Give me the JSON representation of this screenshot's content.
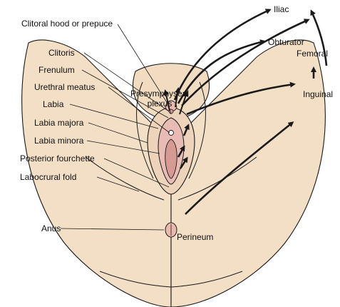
{
  "colors": {
    "skin": "#f3dfc6",
    "skin_shadow": "#e9cfb2",
    "mucosa": "#e8bcb4",
    "mucosa_dark": "#d59a93",
    "line": "#1a1a1a",
    "background": "#ffffff"
  },
  "left_labels": {
    "clitoral_hood": "Clitoral hood or prepuce",
    "clitoris": "Clitoris",
    "frenulum": "Frenulum",
    "urethral_meatus": "Urethral meatus",
    "labia": "Labia",
    "labia_majora": "Labia majora",
    "labia_minora": "Labia minora",
    "posterior_fourchette": "Posterior fourchette",
    "labocrural_fold": "Labocrural fold",
    "anus": "Anus"
  },
  "center_labels": {
    "presymphyseal_line1": "Presymphyseal",
    "presymphyseal_line2": "plexus",
    "perineum": "Perineum"
  },
  "node_labels": {
    "iliac": "Iliac",
    "obturator": "Obturator",
    "femoral": "Femoral",
    "inguinal": "Inguinal"
  }
}
